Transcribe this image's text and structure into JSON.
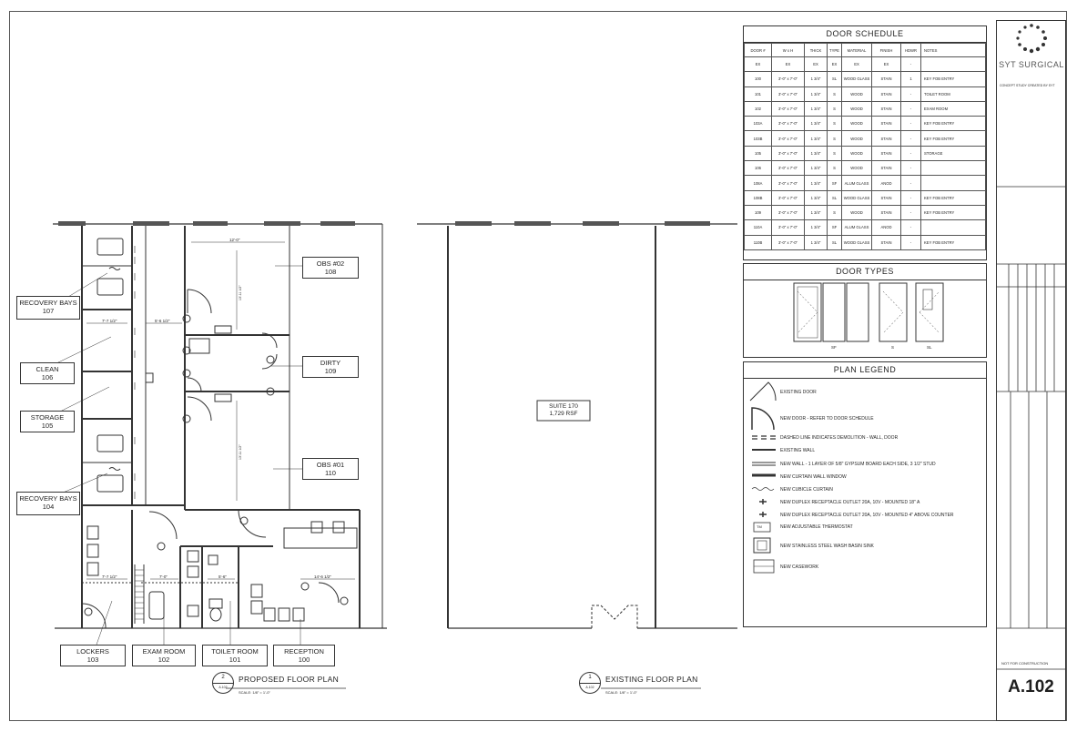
{
  "door_schedule": {
    "title": "DOOR SCHEDULE",
    "headers": [
      "DOOR #",
      "W x H",
      "THICK",
      "TYPE",
      "MATERIAL",
      "FINISH",
      "HDWR",
      "NOTES"
    ],
    "rows": [
      [
        "EX",
        "EX",
        "EX",
        "EX",
        "EX",
        "EX",
        "-",
        ""
      ],
      [
        "100",
        "3'-0\" x 7'-0\"",
        "1 3/4\"",
        "SL",
        "WOOD GLASS",
        "STAIN",
        "1",
        "KEY FOB ENTRY"
      ],
      [
        "101",
        "3'-0\" x 7'-0\"",
        "1 3/4\"",
        "S",
        "WOOD",
        "STAIN",
        "-",
        "TOILET ROOM"
      ],
      [
        "102",
        "3'-0\" x 7'-0\"",
        "1 3/4\"",
        "S",
        "WOOD",
        "STAIN",
        "-",
        "EXAM ROOM"
      ],
      [
        "103A",
        "3'-0\" x 7'-0\"",
        "1 3/4\"",
        "S",
        "WOOD",
        "STAIN",
        "-",
        "KEY FOB ENTRY"
      ],
      [
        "103B",
        "3'-0\" x 7'-0\"",
        "1 3/4\"",
        "S",
        "WOOD",
        "STAIN",
        "-",
        "KEY FOB ENTRY"
      ],
      [
        "105",
        "3'-0\" x 7'-0\"",
        "1 3/4\"",
        "S",
        "WOOD",
        "STAIN",
        "-",
        "STORAGE"
      ],
      [
        "106",
        "3'-0\" x 7'-0\"",
        "1 3/4\"",
        "S",
        "WOOD",
        "STAIN",
        "-",
        ""
      ],
      [
        "108A",
        "3'-0\" x 7'-0\"",
        "1 3/4\"",
        "SF",
        "ALUM GLASS",
        "ANOD",
        "-",
        ""
      ],
      [
        "108B",
        "3'-0\" x 7'-0\"",
        "1 3/4\"",
        "SL",
        "WOOD GLASS",
        "STAIN",
        "-",
        "KEY FOB ENTRY"
      ],
      [
        "109",
        "3'-0\" x 7'-0\"",
        "1 3/4\"",
        "S",
        "WOOD",
        "STAIN",
        "-",
        "KEY FOB ENTRY"
      ],
      [
        "110A",
        "3'-0\" x 7'-0\"",
        "1 3/4\"",
        "SF",
        "ALUM GLASS",
        "ANOD",
        "-",
        ""
      ],
      [
        "110B",
        "3'-0\" x 7'-0\"",
        "1 3/4\"",
        "SL",
        "WOOD GLASS",
        "STAIN",
        "-",
        "KEY FOB ENTRY"
      ]
    ]
  },
  "door_types": {
    "title": "DOOR TYPES",
    "labels": [
      "SF",
      "S",
      "SL"
    ]
  },
  "plan_legend": {
    "title": "PLAN LEGEND",
    "items": [
      "EXISTING DOOR",
      "NEW DOOR - REFER TO DOOR SCHEDULE",
      "DASHED LINE INDICATES DEMOLITION - WALL, DOOR",
      "EXISTING WALL",
      "NEW WALL - 1 LAYER OF 5/8\" GYPSUM BOARD EACH SIDE, 3 1/2\" STUD",
      "NEW CURTAIN WALL WINDOW",
      "NEW CUBICLE CURTAIN",
      "NEW DUPLEX RECEPTACLE OUTLET 20A, 10V - MOUNTED 18\" A",
      "NEW DUPLEX RECEPTACLE OUTLET 20A, 10V - MOUNTED 4\" ABOVE COUNTER",
      "NEW ADJUSTABLE THERMOSTAT",
      "NEW STAINLESS STEEL WASH BASIN SINK",
      "NEW CASEWORK"
    ],
    "tm_symbol": "TM"
  },
  "title_block": {
    "company": "SYT SURGICAL",
    "note": "CONCEPT STUDY CREATED BY SYT",
    "status": "NOT FOR CONSTRUCTION",
    "sheet_number": "A.102"
  },
  "proposed_plan": {
    "rooms": [
      {
        "name": "RECOVERY BAYS",
        "number": "107"
      },
      {
        "name": "CLEAN",
        "number": "106"
      },
      {
        "name": "STORAGE",
        "number": "105"
      },
      {
        "name": "RECOVERY BAYS",
        "number": "104"
      },
      {
        "name": "OBS #02",
        "number": "108"
      },
      {
        "name": "DIRTY",
        "number": "109"
      },
      {
        "name": "OBS #01",
        "number": "110"
      },
      {
        "name": "LOCKERS",
        "number": "103"
      },
      {
        "name": "EXAM ROOM",
        "number": "102"
      },
      {
        "name": "TOILET ROOM",
        "number": "101"
      },
      {
        "name": "RECEPTION",
        "number": "100"
      }
    ],
    "dims": [
      "12'-0\"",
      "7'-7 1/2\"",
      "5'-6 1/2\"",
      "7'-7 1/2\"",
      "7'-0\"",
      "5'-6\"",
      "14'-6 1/2\"",
      "13'-11 1/2\"",
      "13'-11 1/2\""
    ],
    "title_number": "2",
    "title": "PROPOSED FLOOR PLAN",
    "sheet_ref": "A.102",
    "scale": "SCALE: 1/8\" = 1'-0\""
  },
  "existing_plan": {
    "suite": "SUITE 170",
    "area": "1,729 RSF",
    "title_number": "1",
    "title": "EXISTING FLOOR PLAN",
    "sheet_ref": "A.102",
    "scale": "SCALE: 1/8\" = 1'-0\""
  }
}
